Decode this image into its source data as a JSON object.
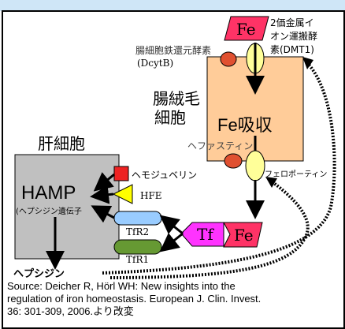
{
  "labels": {
    "fe_top": "Fe",
    "dmt1_line1": "2価金属イ",
    "dmt1_line2": "オン運搬酵",
    "dmt1_line3": "素(DMT1)",
    "dcytb_line1": "腸細胞鉄還元酵素",
    "dcytb_line2": "(DcytB)",
    "enterocyte_line1": "腸絨毛",
    "enterocyte_line2": "細胞",
    "fe_absorption": "Fe吸収",
    "hephaestin": "ヘファスティン",
    "ferroportin": "フェロポーティン",
    "hepatocyte": "肝細胞",
    "hemojuvelin": "ヘモジュベリン",
    "hfe": "HFE",
    "hamp": "HAMP",
    "hamp_gene": "(ヘプシジン遺伝子",
    "tfr2": "TfR2",
    "tfr1": "TfR1",
    "tf": "Tf",
    "fe_bottom": "Fe",
    "hepcidin": "ヘプシジン"
  },
  "source": {
    "line1": "Source: Deicher R, Hörl WH: New insights into the",
    "line2": "regulation of iron homeostasis.  European J. Clin. Invest.",
    "line3": "36: 301-309, 2006.より改変"
  },
  "colors": {
    "fe_tag": "#ff3366",
    "enterocyte": "#ffcc99",
    "transporter": "#ffff99",
    "hepatocyte": "#c0c0c0",
    "hemojuvelin": "#ee2222",
    "hfe": "#ffff00",
    "tfr2": "#99ccff",
    "tfr1": "#669933",
    "tf": "#ff33ff",
    "hephaestin": "#e05030",
    "top_band": "#cfe6f7"
  }
}
